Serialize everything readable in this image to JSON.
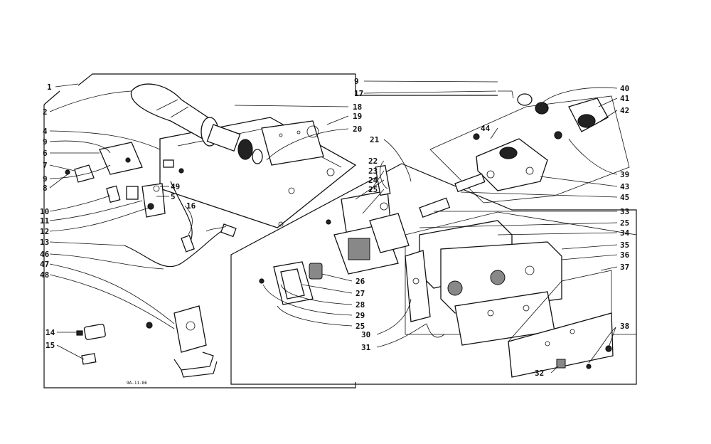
{
  "drawing": {
    "code": "9A-11-86",
    "callouts": [
      {
        "id": "c-1-left",
        "text": "1"
      },
      {
        "id": "c-2",
        "text": "2"
      },
      {
        "id": "c-4",
        "text": "4"
      },
      {
        "id": "c-9-left-a",
        "text": "9"
      },
      {
        "id": "c-6",
        "text": "6"
      },
      {
        "id": "c-7",
        "text": "7"
      },
      {
        "id": "c-8",
        "text": "8"
      },
      {
        "id": "c-9-left-b",
        "text": "9"
      },
      {
        "id": "c-10",
        "text": "10"
      },
      {
        "id": "c-11",
        "text": "11"
      },
      {
        "id": "c-12",
        "text": "12"
      },
      {
        "id": "c-13",
        "text": "13"
      },
      {
        "id": "c-46",
        "text": "46"
      },
      {
        "id": "c-47",
        "text": "47"
      },
      {
        "id": "c-48",
        "text": "48"
      },
      {
        "id": "c-14",
        "text": "14"
      },
      {
        "id": "c-15-left",
        "text": "15"
      },
      {
        "id": "c-49",
        "text": "49"
      },
      {
        "id": "c-5",
        "text": "5"
      },
      {
        "id": "c-16",
        "text": "16"
      },
      {
        "id": "c-18",
        "text": "18"
      },
      {
        "id": "c-19",
        "text": "19"
      },
      {
        "id": "c-20",
        "text": "20"
      },
      {
        "id": "c-21",
        "text": "21"
      },
      {
        "id": "c-22",
        "text": "22"
      },
      {
        "id": "c-23",
        "text": "23"
      },
      {
        "id": "c-24",
        "text": "24"
      },
      {
        "id": "c-25-top",
        "text": "25"
      },
      {
        "id": "c-9-top",
        "text": "9"
      },
      {
        "id": "c-17",
        "text": "17"
      },
      {
        "id": "c-40",
        "text": "40"
      },
      {
        "id": "c-41",
        "text": "41"
      },
      {
        "id": "c-42",
        "text": "42"
      },
      {
        "id": "c-39",
        "text": "39"
      },
      {
        "id": "c-44",
        "text": "44"
      },
      {
        "id": "c-43",
        "text": "43"
      },
      {
        "id": "c-45",
        "text": "45"
      },
      {
        "id": "c-33",
        "text": "33"
      },
      {
        "id": "c-25-right",
        "text": "25"
      },
      {
        "id": "c-34",
        "text": "34"
      },
      {
        "id": "c-35",
        "text": "35"
      },
      {
        "id": "c-36",
        "text": "36"
      },
      {
        "id": "c-37",
        "text": "37"
      },
      {
        "id": "c-38",
        "text": "38"
      },
      {
        "id": "c-32",
        "text": "32"
      },
      {
        "id": "c-26",
        "text": "26"
      },
      {
        "id": "c-27",
        "text": "27"
      },
      {
        "id": "c-28",
        "text": "28"
      },
      {
        "id": "c-29",
        "text": "29"
      },
      {
        "id": "c-25-bottom",
        "text": "25"
      },
      {
        "id": "c-30",
        "text": "30"
      },
      {
        "id": "c-31",
        "text": "31"
      }
    ]
  }
}
